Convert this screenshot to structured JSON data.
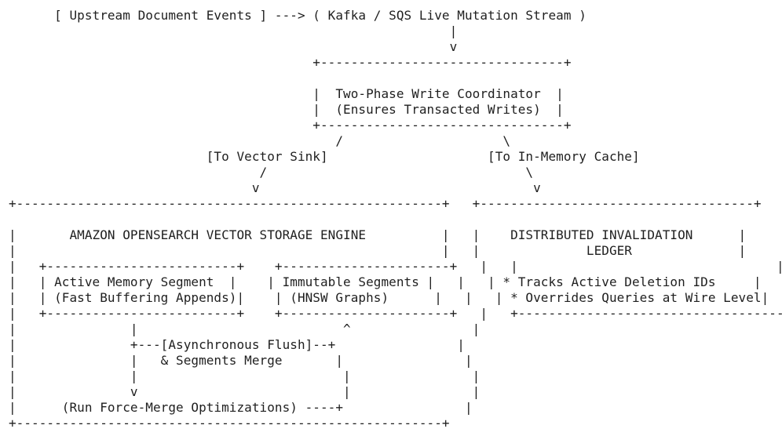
{
  "diagram": {
    "lines": [
      "      [ Upstream Document Events ] ---> ( Kafka / SQS Live Mutation Stream )",
      "                                                          |",
      "                                                          v",
      "                                        +--------------------------------+",
      "",
      "                                        |  Two-Phase Write Coordinator  |",
      "                                        |  (Ensures Transacted Writes)  |",
      "                                        +--------------------------------+",
      "                                           /                     \\",
      "                          [To Vector Sink]                     [To In-Memory Cache]",
      "                                 /                                  \\",
      "                                v                                    v",
      "+--------------------------------------------------------+   +------------------------------------+",
      "",
      "|       AMAZON OPENSEARCH VECTOR STORAGE ENGINE          |   |    DISTRIBUTED INVALIDATION      |",
      "|                                                        |   |              LEDGER              |",
      "|   +-------------------------+    +----------------------+   |   |                                  |",
      "|   | Active Memory Segment  |    | Immutable Segments |   |   | * Tracks Active Deletion IDs     |",
      "|   | (Fast Buffering Appends)|    | (HNSW Graphs)      |   |   | * Overrides Queries at Wire Level|",
      "|   +-------------------------+    +----------------------+   |   +------------------------------------+",
      "|               |                           ^                |",
      "|               +---[Asynchronous Flush]--+                |",
      "|               |   & Segments Merge       |                |",
      "|               |                           |                |",
      "|               v                           |                |",
      "|      (Run Force-Merge Optimizations) ----+                |",
      "+--------------------------------------------------------+"
    ]
  }
}
